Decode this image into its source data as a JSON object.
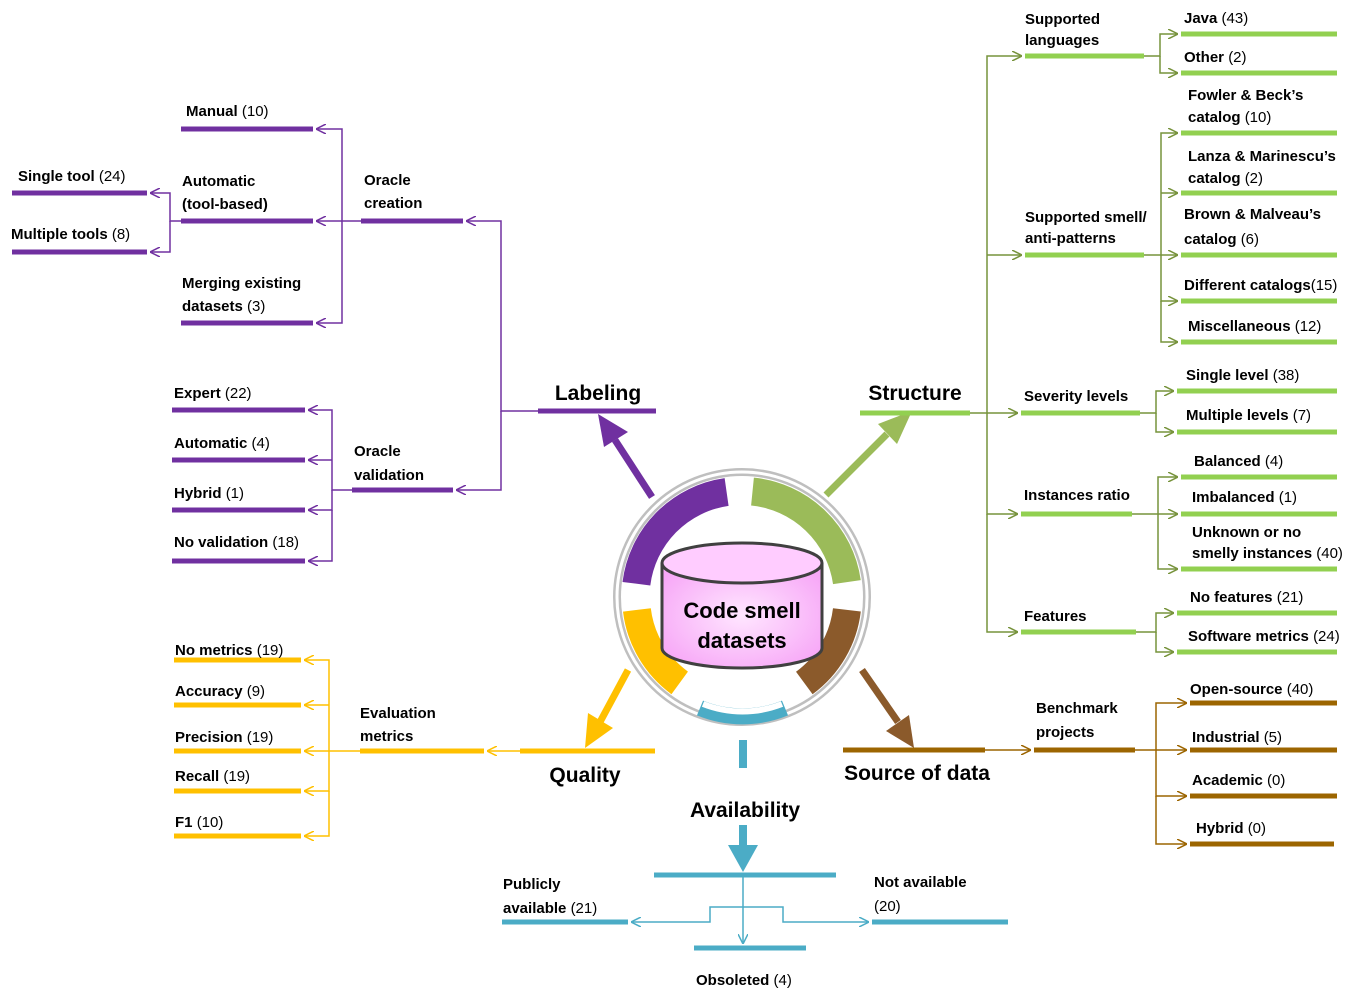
{
  "colors": {
    "labeling": "#7030A0",
    "structure": "#92D050",
    "structure_line": "#77933C",
    "source": "#8B5A2B",
    "source_line": "#9C6500",
    "quality": "#FFC000",
    "availability": "#4BACC6",
    "center_fill": "#FFCCFF"
  },
  "center": {
    "line1": "Code smell",
    "line2": "datasets"
  },
  "categories": {
    "labeling": "Labeling",
    "structure": "Structure",
    "quality": "Quality",
    "source": "Source of data",
    "availability": "Availability"
  },
  "labeling": {
    "oracle_creation": {
      "line1": "Oracle",
      "line2": "creation"
    },
    "oracle_validation": {
      "line1": "Oracle",
      "line2": "validation"
    },
    "manual": {
      "name": "Manual",
      "count": "(10)"
    },
    "automatic_tool": {
      "line1": "Automatic",
      "line2": "(tool-based)"
    },
    "merging": {
      "line1": "Merging existing",
      "line2": "datasets",
      "count": "(3)"
    },
    "single_tool": {
      "name": "Single tool",
      "count": "(24)"
    },
    "multiple_tools": {
      "name": "Multiple tools",
      "count": "(8)"
    },
    "expert": {
      "name": "Expert",
      "count": "(22)"
    },
    "automatic": {
      "name": "Automatic",
      "count": "(4)"
    },
    "hybrid": {
      "name": "Hybrid",
      "count": "(1)"
    },
    "no_validation": {
      "name": "No validation",
      "count": "(18)"
    }
  },
  "structure": {
    "supported_languages": {
      "line1": "Supported",
      "line2": "languages"
    },
    "java": {
      "name": "Java",
      "count": "(43)"
    },
    "other": {
      "name": "Other",
      "count": "(2)"
    },
    "supported_smells": {
      "line1": "Supported smell/",
      "line2": "anti-patterns"
    },
    "fowler": {
      "line1": "Fowler & Beck’s",
      "line2": "catalog",
      "count": "(10)"
    },
    "lanza": {
      "line1": "Lanza & Marinescu’s",
      "line2": "catalog",
      "count": "(2)"
    },
    "brown": {
      "line1": "Brown & Malveau’s",
      "line2": "catalog",
      "count": "(6)"
    },
    "different": {
      "name": "Different catalogs",
      "count": "(15)"
    },
    "misc": {
      "name": "Miscellaneous",
      "count": "(12)"
    },
    "severity": "Severity levels",
    "single_level": {
      "name": "Single level",
      "count": "(38)"
    },
    "multiple_levels": {
      "name": "Multiple levels",
      "count": "(7)"
    },
    "instances_ratio": "Instances ratio",
    "balanced": {
      "name": "Balanced",
      "count": "(4)"
    },
    "imbalanced": {
      "name": "Imbalanced",
      "count": "(1)"
    },
    "unknown": {
      "line1": "Unknown or no",
      "line2": "smelly instances",
      "count": "(40)"
    },
    "features": "Features",
    "no_features": {
      "name": "No features",
      "count": "(21)"
    },
    "software_metrics": {
      "name": "Software metrics",
      "count": "(24)"
    }
  },
  "source": {
    "benchmark": {
      "line1": "Benchmark",
      "line2": "projects"
    },
    "open_source": {
      "name": "Open-source",
      "count": "(40)"
    },
    "industrial": {
      "name": "Industrial",
      "count": "(5)"
    },
    "academic": {
      "name": "Academic",
      "count": "(0)"
    },
    "hybrid": {
      "name": "Hybrid",
      "count": "(0)"
    }
  },
  "quality": {
    "evaluation": {
      "line1": "Evaluation",
      "line2": "metrics"
    },
    "no_metrics": {
      "name": "No metrics",
      "count": "(19)"
    },
    "accuracy": {
      "name": "Accuracy",
      "count": "(9)"
    },
    "precision": {
      "name": "Precision",
      "count": "(19)"
    },
    "recall": {
      "name": "Recall",
      "count": "(19)"
    },
    "f1": {
      "name": "F1",
      "count": "(10)"
    }
  },
  "availability": {
    "public": {
      "line1": "Publicly",
      "line2": "available",
      "count": "(21)"
    },
    "not_available": {
      "line1": "Not available",
      "count": "(20)"
    },
    "obsoleted": {
      "name": "Obsoleted",
      "count": "(4)"
    }
  }
}
